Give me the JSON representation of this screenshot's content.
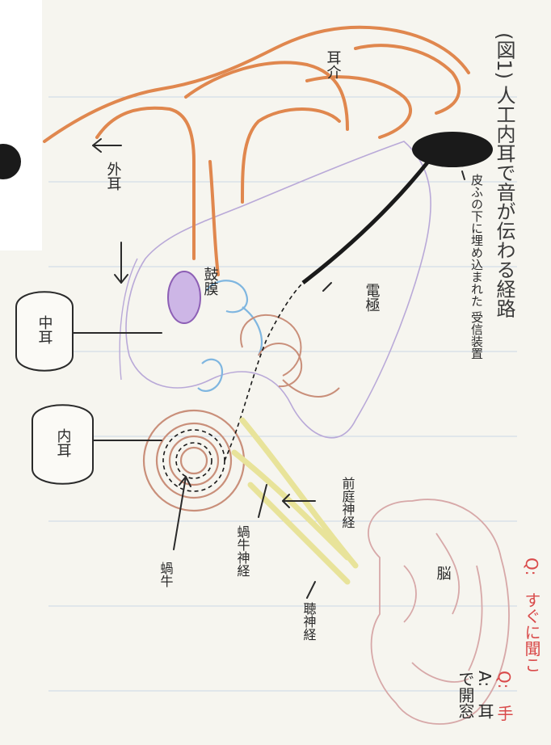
{
  "figure": {
    "caption": "(図1) 人工内耳で音が伝わる経路",
    "labels": {
      "pinna": "耳介",
      "outer_ear": "外耳",
      "eardrum": "鼓膜",
      "middle_ear": "中耳",
      "inner_ear": "内耳",
      "receiver": "皮ふの下に埋め込まれた 受信装置",
      "electrode": "電極",
      "vestibular_nerve": "前庭神経",
      "cochlear_nerve": "蝸牛神経",
      "auditory_nerve": "聴神経",
      "cochlea": "蝸牛",
      "brain": "脳"
    }
  },
  "side_text": {
    "q_partial": "Q:　すぐに聞こ",
    "q2_partial": "Q:　手",
    "a_partial_1": "A:　耳",
    "a_partial_2": "で開窓"
  },
  "colors": {
    "ear_outline": "#e0874e",
    "skin_outline": "#b9a9d8",
    "receiver": "#1a1a1a",
    "cochlea": "#c98f7a",
    "canal_blue": "#7fb6e0",
    "eardrum_purple": "#8d5fb5",
    "nerve_yellow": "#e8e39a",
    "q_red": "#d94a4a",
    "ink": "#2a2a2a"
  }
}
